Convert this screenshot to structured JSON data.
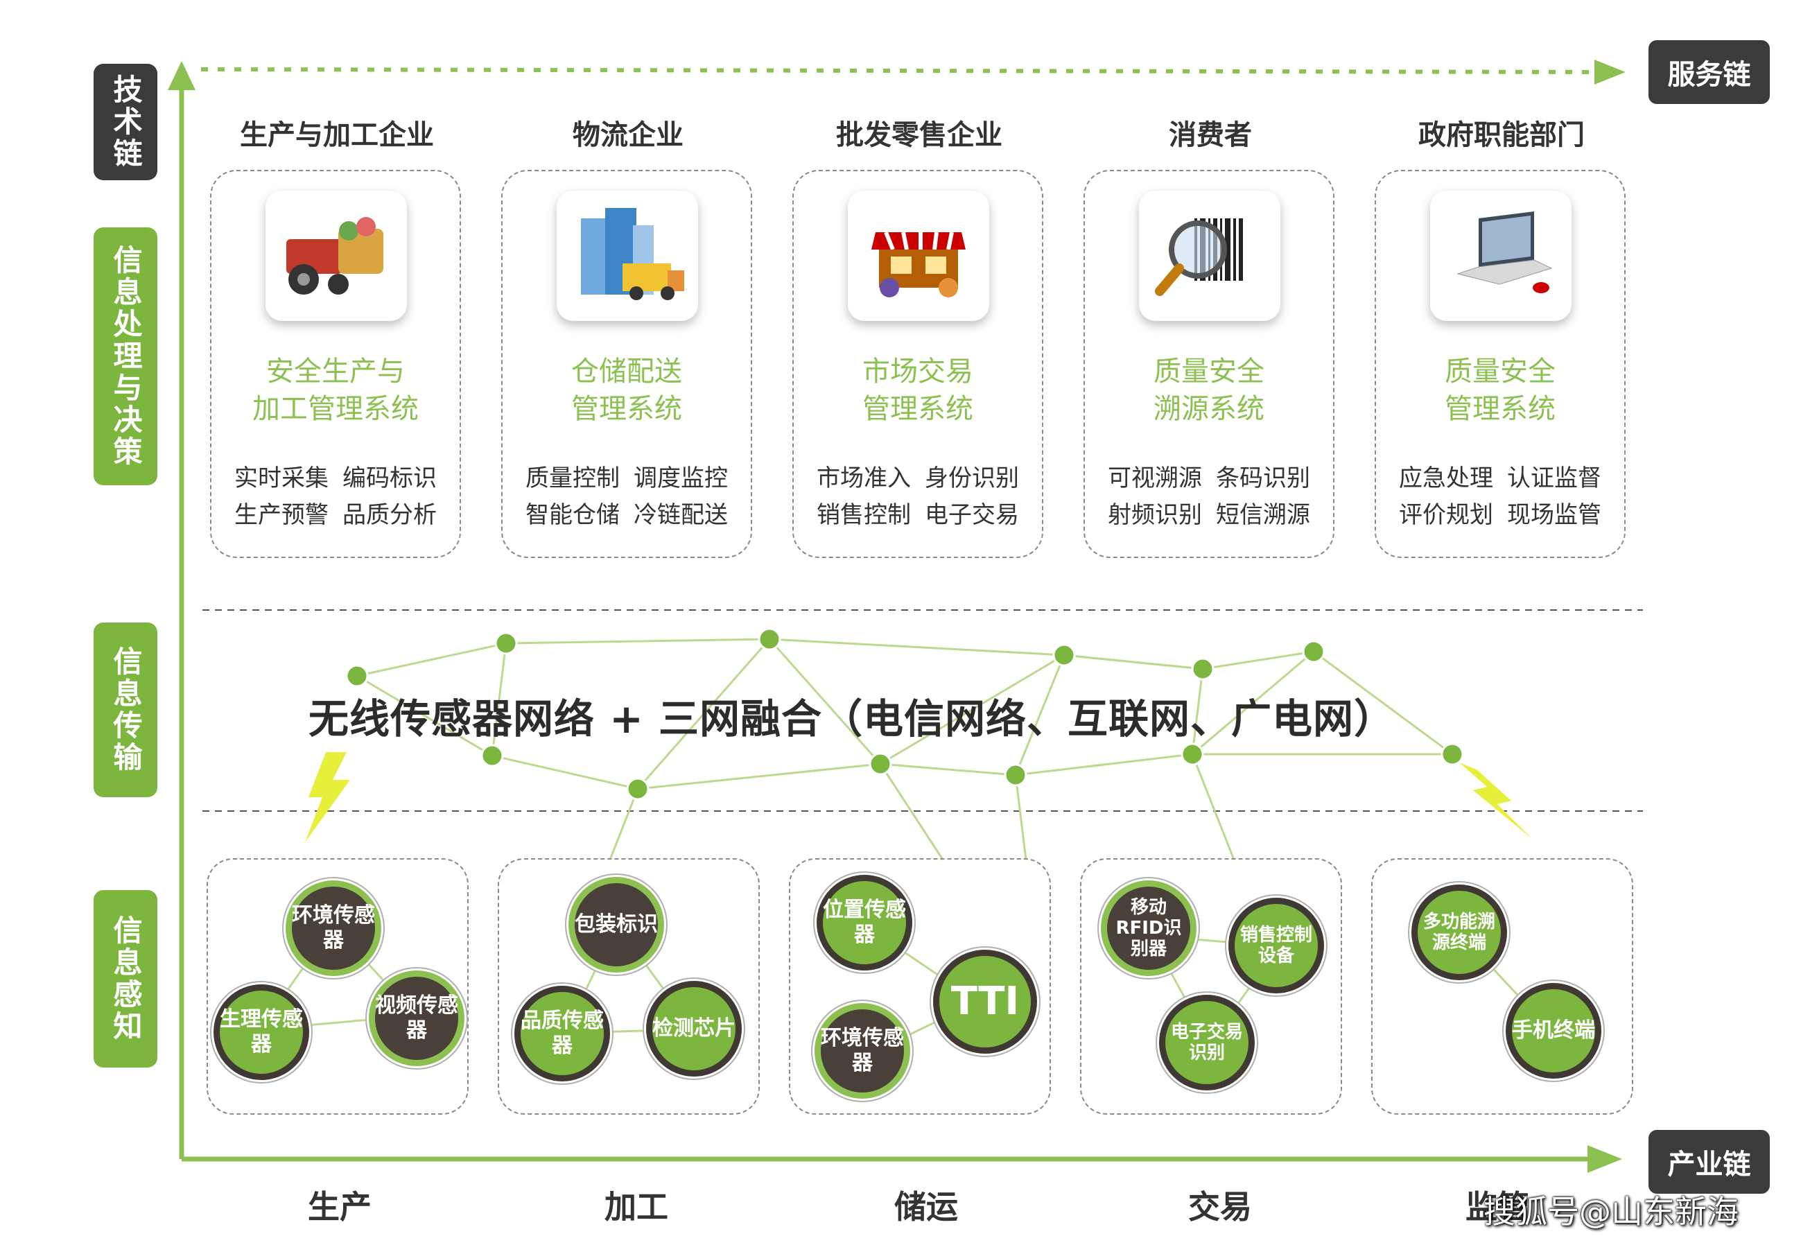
{
  "axes": {
    "vertical_chain": "服务链",
    "horizontal_chain": "产业链"
  },
  "tech_chain": {
    "top": "技术链",
    "layers": [
      "信息处理与决策",
      "信息传输",
      "信息感知"
    ]
  },
  "stakeholders": [
    {
      "name": "生产与加工企业",
      "system": [
        "安全生产与",
        "加工管理系统"
      ],
      "features": [
        [
          "实时采集",
          "编码标识"
        ],
        [
          "生产预警",
          "品质分析"
        ]
      ],
      "icon": "tractor-produce-icon"
    },
    {
      "name": "物流企业",
      "system": [
        "仓储配送",
        "管理系统"
      ],
      "features": [
        [
          "质量控制",
          "调度监控"
        ],
        [
          "智能仓储",
          "冷链配送"
        ]
      ],
      "icon": "warehouse-truck-icon"
    },
    {
      "name": "批发零售企业",
      "system": [
        "市场交易",
        "管理系统"
      ],
      "features": [
        [
          "市场准入",
          "身份识别"
        ],
        [
          "销售控制",
          "电子交易"
        ]
      ],
      "icon": "market-store-icon"
    },
    {
      "name": "消费者",
      "system": [
        "质量安全",
        "溯源系统"
      ],
      "features": [
        [
          "可视溯源",
          "条码识别"
        ],
        [
          "射频识别",
          "短信溯源"
        ]
      ],
      "icon": "barcode-magnifier-icon"
    },
    {
      "name": "政府职能部门",
      "system": [
        "质量安全",
        "管理系统"
      ],
      "features": [
        [
          "应急处理",
          "认证监督"
        ],
        [
          "评价规划",
          "现场监管"
        ]
      ],
      "icon": "laptop-mouse-icon"
    }
  ],
  "network": {
    "label": "无线传感器网络 + 三网融合（电信网络、互联网、广电网）"
  },
  "sensor_groups": [
    {
      "nodes": [
        "环境传感器",
        "生理传感器",
        "视频传感器"
      ]
    },
    {
      "nodes": [
        "包装标识",
        "品质传感器",
        "检测芯片"
      ]
    },
    {
      "nodes": [
        "位置传感器",
        "TTI",
        "环境传感器"
      ]
    },
    {
      "nodes": [
        "移动RFID识别器",
        "销售控制设备",
        "电子交易识别"
      ]
    },
    {
      "nodes": [
        "多功能溯源终端",
        "手机终端"
      ]
    }
  ],
  "stages": [
    "生产",
    "加工",
    "储运",
    "交易",
    "监管"
  ],
  "watermark": "搜狐号@山东新海",
  "colors": {
    "green": "#7db63f",
    "dark": "#3b3b3b",
    "light_green": "#8cc152"
  }
}
